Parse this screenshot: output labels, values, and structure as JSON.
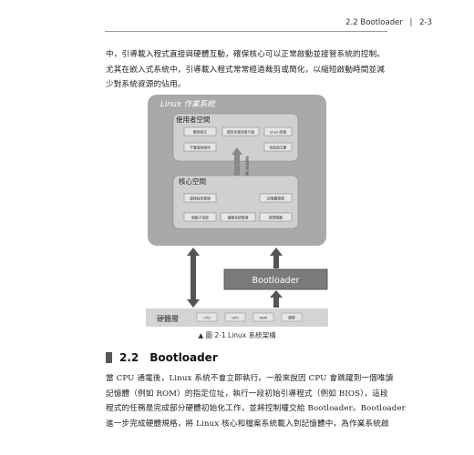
{
  "header": {
    "section": "2.2  Bootloader",
    "page": "2-3"
  },
  "intro_lines": [
    "中，引導載入程式直接與硬體互動，確保核心可以正常啟動並接管系統的控制。",
    "尤其在嵌入式系統中，引導載入程式常常經過裁剪或簡化，以縮短啟動時間並減",
    "少對系統資源的佔用。"
  ],
  "diagram": {
    "os_title": "Linux 作業系統",
    "user_space": {
      "title": "使用者空間",
      "items": [
        "應用程式",
        "圖形化使用者介面",
        "Shell 終端",
        "守護進程程序",
        "系統函式庫"
      ]
    },
    "syscall_label": "系統呼叫介面",
    "kernel_space": {
      "title": "核心空間",
      "items": [
        "處理程序管理",
        "記憶體管理",
        "網路子系統",
        "檔案系統管理",
        "裝置驅動"
      ]
    },
    "bootloader": "Bootloader",
    "hardware": {
      "title": "硬體層",
      "items": [
        "CPU",
        "GPU",
        "RAM",
        "硬碟"
      ]
    }
  },
  "caption": "▲ 圖 2-1   Linux 系統架構",
  "section": {
    "number": "2.2",
    "title": "Bootloader"
  },
  "body_lines": [
    "當 CPU 通電後，Linux 系統不會立即執行。一般來說因 CPU 會跳躍到一個唯讀",
    "記憶體（例如 ROM）的指定位址，執行一段初始引導程式（例如 BIOS），這段",
    "程式的任務是完成部分硬體初始化工作，並將控制權交給 Bootloader。Bootloader",
    "進一步完成硬體規格，將 Linux 核心和檔案系統載入到記憶體中，為作業系統啟"
  ]
}
